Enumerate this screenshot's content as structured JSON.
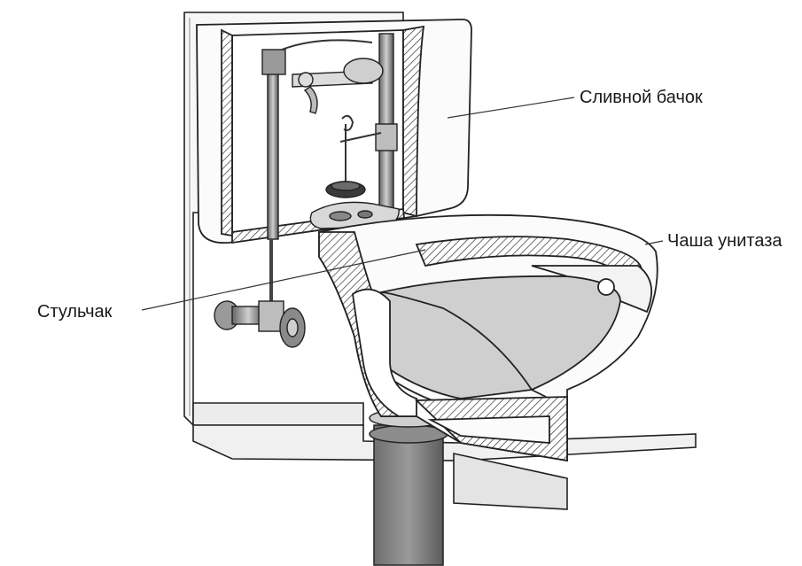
{
  "diagram": {
    "labels": {
      "tank": "Сливной бачок",
      "bowl": "Чаша унитаза",
      "seat": "Стульчак"
    }
  }
}
